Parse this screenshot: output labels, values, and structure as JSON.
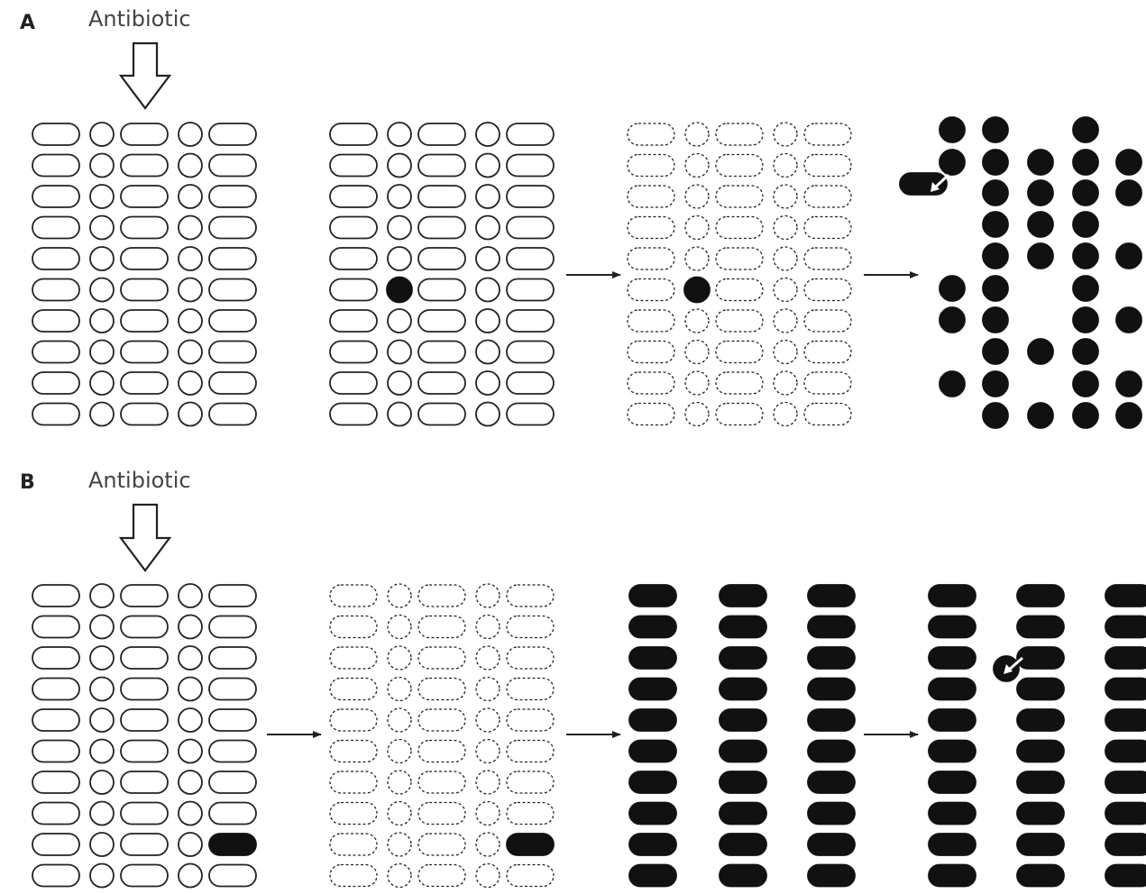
{
  "panels": [
    {
      "letter": "A",
      "agent_label": "Antibiotic",
      "steps": [
        {
          "state": "mixed population (rods and cocci)",
          "resistant_cell": "none"
        },
        {
          "state": "mixed population (rods and cocci)",
          "resistant_cell": "coccus"
        },
        {
          "state": "susceptible cells killed",
          "resistant_cell": "coccus"
        },
        {
          "state": "regrowth of resistant cocci",
          "resistant_cell": "coccus",
          "gene_transfer": "coccus to rod"
        }
      ]
    },
    {
      "letter": "B",
      "agent_label": "Antibiotic",
      "steps": [
        {
          "state": "mixed population (rods and cocci)",
          "resistant_cell": "rod"
        },
        {
          "state": "susceptible cells killed",
          "resistant_cell": "rod"
        },
        {
          "state": "regrowth of resistant rods",
          "resistant_cell": "rod"
        },
        {
          "state": "regrowth of resistant rods",
          "resistant_cell": "rod",
          "gene_transfer": "rod to coccus"
        }
      ]
    }
  ],
  "colors": {
    "outline": "#222222",
    "resistant_fill": "#111111",
    "label_text": "#444444",
    "transfer_arrow": "#ffffff"
  }
}
